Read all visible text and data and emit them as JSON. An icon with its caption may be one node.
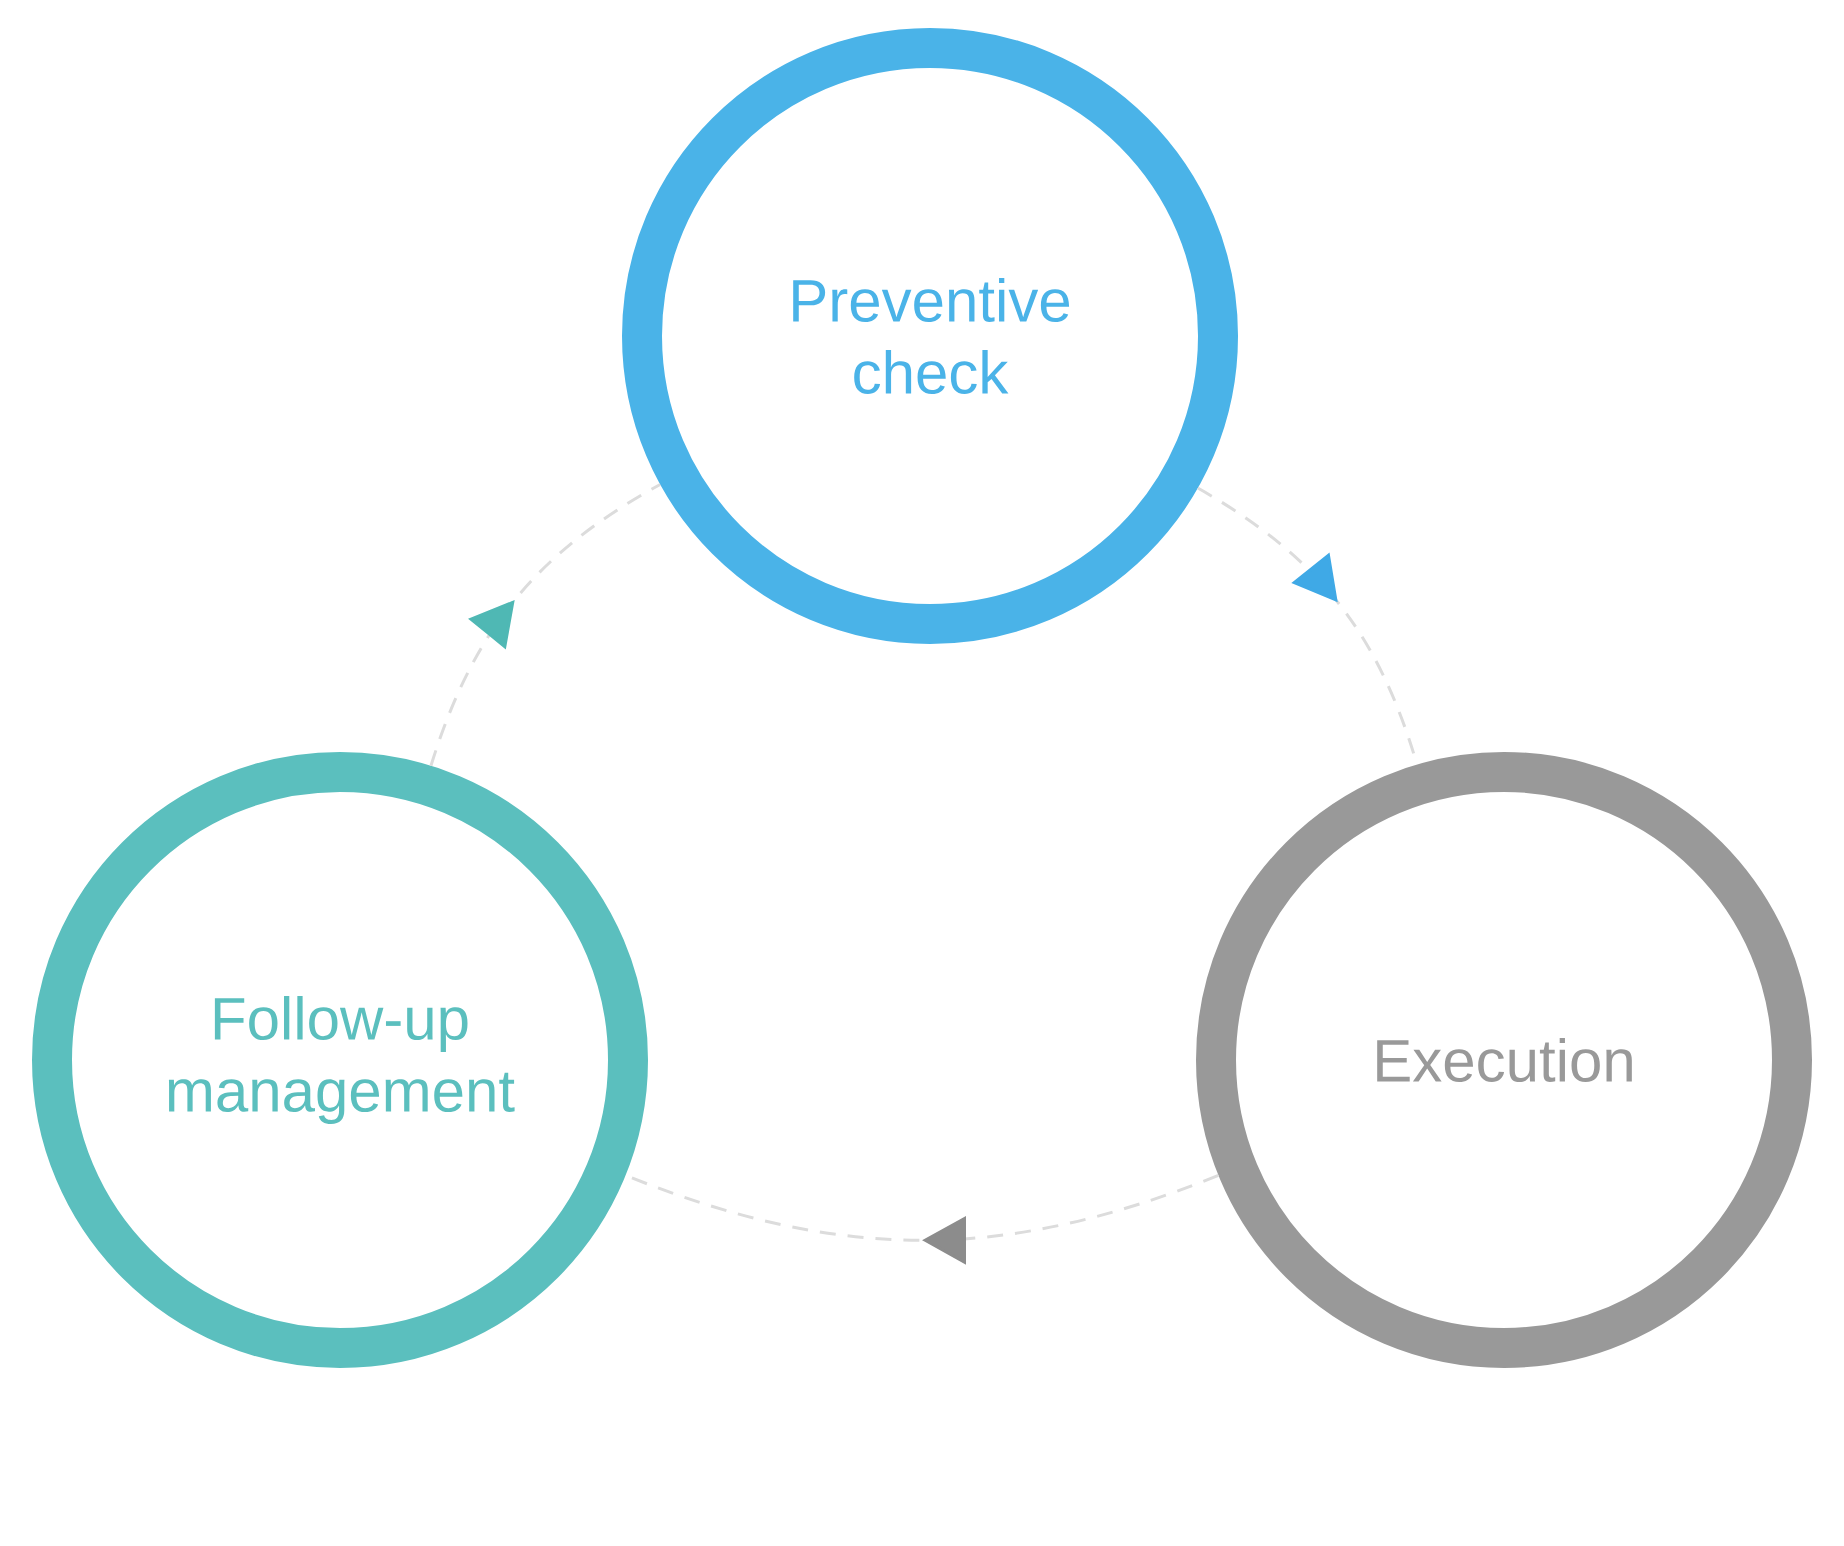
{
  "diagram": {
    "nodes": [
      {
        "text": [
          "Preventive check"
        ]
      },
      {
        "text": [
          "Execution"
        ]
      },
      {
        "text": [
          "Follow-up management"
        ]
      }
    ],
    "edges": [
      {
        "from": 0,
        "to": 1,
        "arrow": "to",
        "style": "dashed"
      },
      {
        "from": 1,
        "to": 2,
        "arrow": "to",
        "style": "dashed"
      },
      {
        "from": 2,
        "to": 0,
        "arrow": "to",
        "style": "dashed"
      }
    ]
  }
}
